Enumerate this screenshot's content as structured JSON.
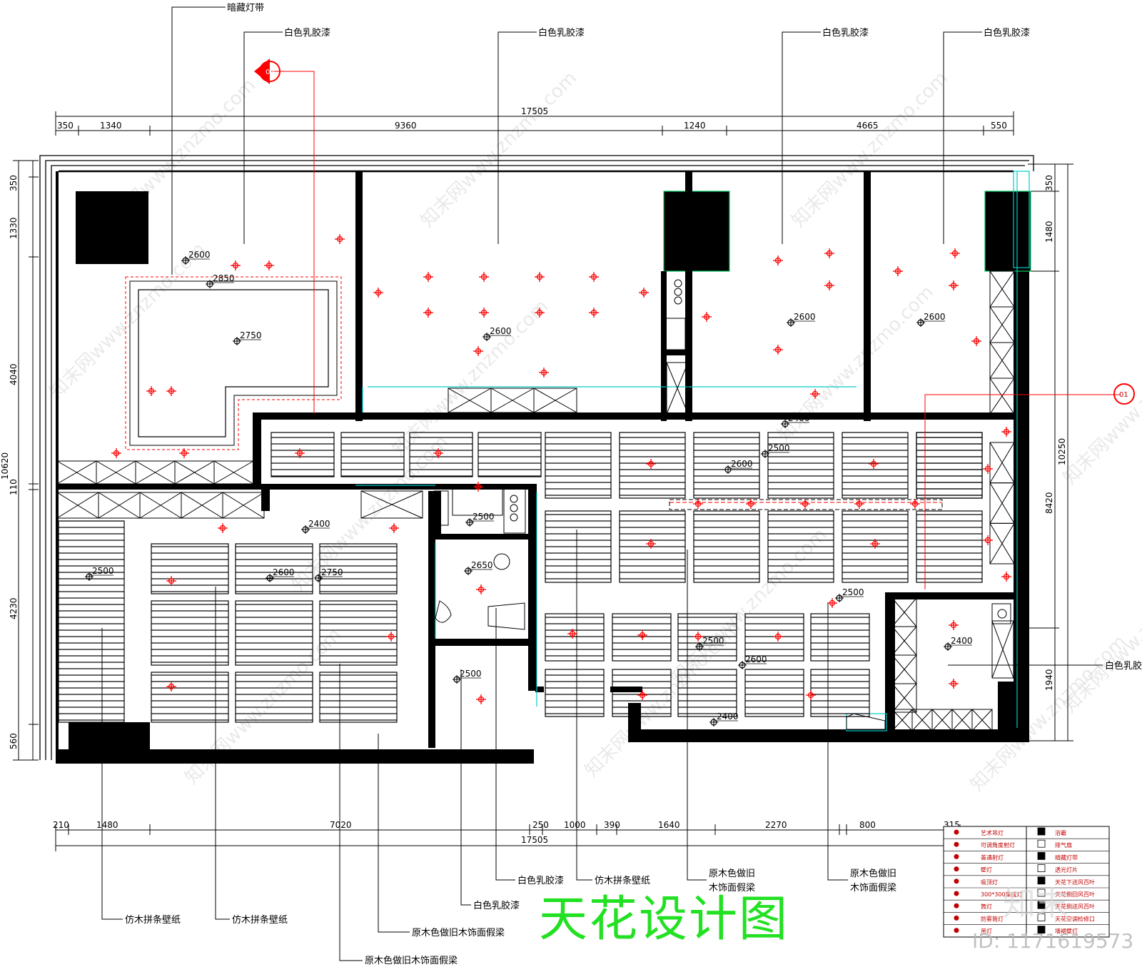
{
  "title": "天花设计图",
  "watermark_id": "ID: 1171619573",
  "watermark_brand": "知末",
  "watermark_url": "知末网www.znzmo.com",
  "section_marks": [
    "02",
    "01"
  ],
  "top_labels": [
    "暗藏灯带",
    "白色乳胶漆",
    "白色乳胶漆",
    "白色乳胶漆",
    "白色乳胶漆"
  ],
  "right_label": "白色乳胶",
  "bottom_labels": [
    "仿木拼条壁纸",
    "仿木拼条壁纸",
    "原木色做旧木饰面假梁",
    "原木色做旧木饰面假梁",
    "白色乳胶漆",
    "白色乳胶漆",
    "仿木拼条壁纸",
    "原木色做旧",
    "木饰面假梁",
    "原木色做旧",
    "木饰面假梁"
  ],
  "dims_top": [
    "350",
    "1340",
    "9360",
    "1240",
    "4665",
    "550",
    "17505"
  ],
  "dims_bottom": [
    "210",
    "1480",
    "7020",
    "250",
    "1000",
    "390",
    "1640",
    "2270",
    "800",
    "315",
    "17505"
  ],
  "dims_left": [
    "350",
    "1330",
    "4040",
    "10620",
    "110",
    "4230",
    "560"
  ],
  "dims_right": [
    "350",
    "1480",
    "10250",
    "8420",
    "1940"
  ],
  "elevations": [
    "2600",
    "2850",
    "2750",
    "2600",
    "2600",
    "2600",
    "2400",
    "2500",
    "2600",
    "2500",
    "2400",
    "2500",
    "2600",
    "2750",
    "2650",
    "2500",
    "2400",
    "2500",
    "2600",
    "2500",
    "2400"
  ],
  "legend": [
    [
      "艺术吊灯",
      "浴霸"
    ],
    [
      "可调角度射灯",
      "排气扇"
    ],
    [
      "普通射灯",
      "暗藏灯带"
    ],
    [
      "壁灯",
      "透光灯片"
    ],
    [
      "吸顶灯",
      "天花下送风百叶"
    ],
    [
      "300*300集成灯",
      "天花侧回风百叶"
    ],
    [
      "筒灯",
      "天花侧送风百叶"
    ],
    [
      "防雾筒灯",
      "天花空调检修口"
    ],
    [
      "吊灯",
      "墙裙壁灯"
    ]
  ],
  "colors": {
    "lines": "#000000",
    "red": "#ff0000",
    "cyan": "#00cccc",
    "green_title": "#22e022"
  }
}
